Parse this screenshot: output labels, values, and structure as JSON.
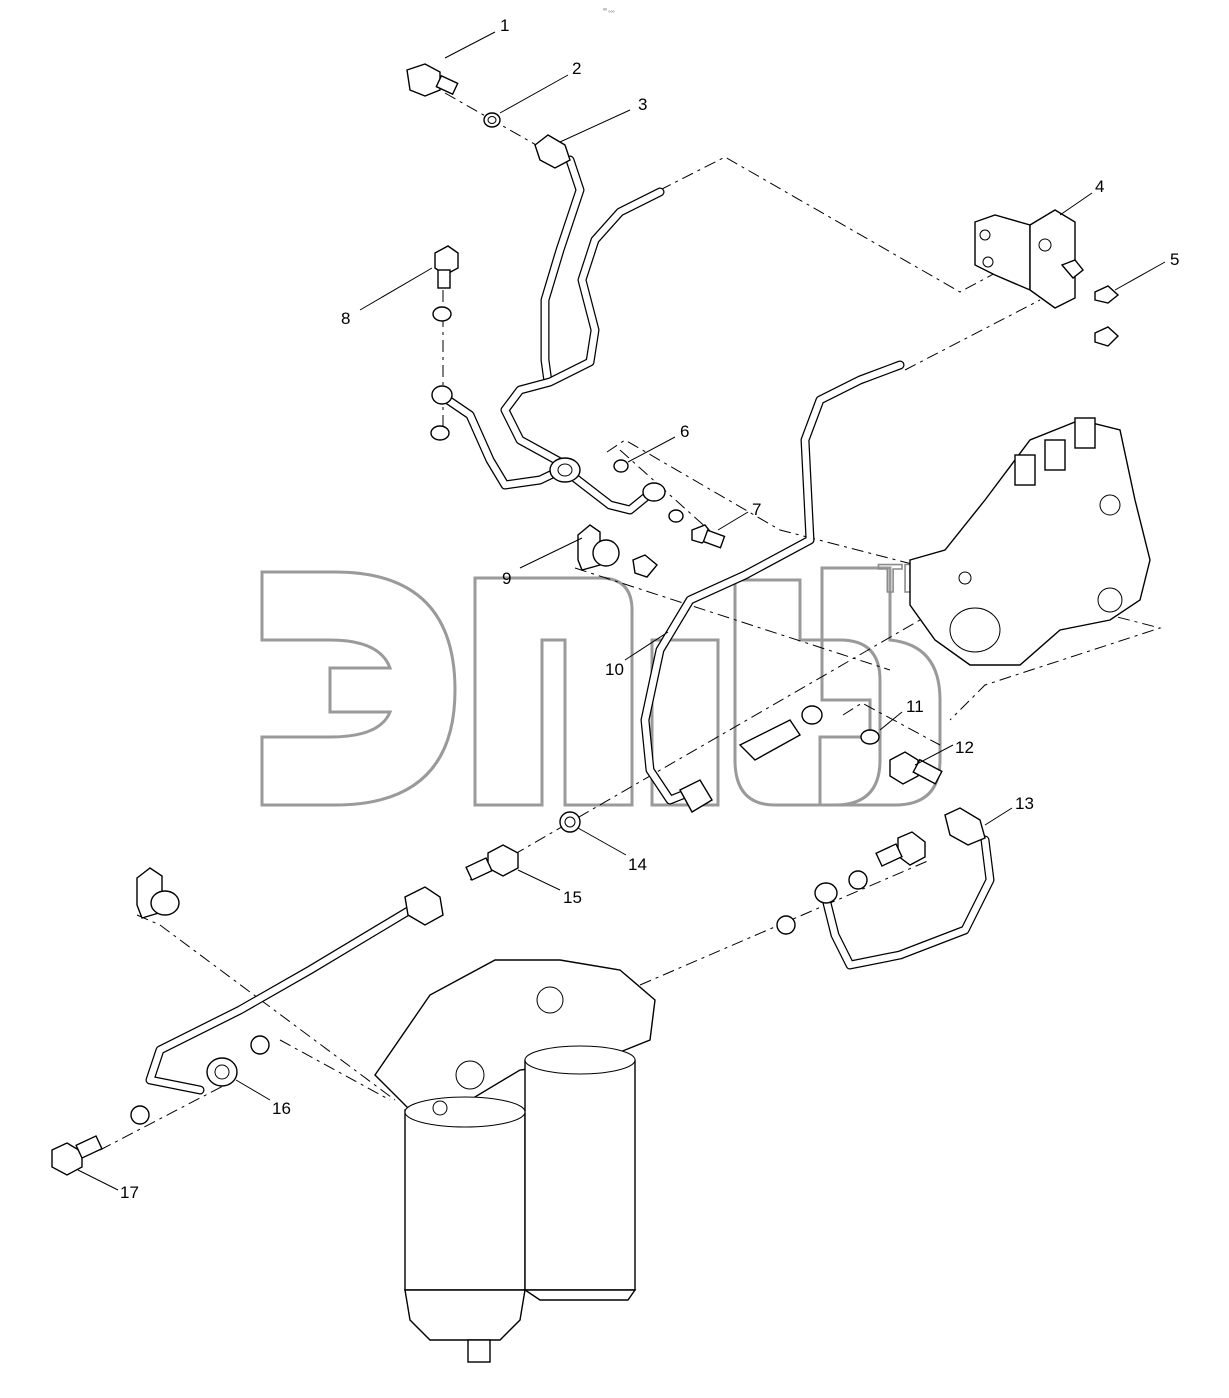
{
  "header": {
    "tiny_code": "⁰⁰ ₀₀₀"
  },
  "callouts": [
    {
      "label": "1"
    },
    {
      "label": "2"
    },
    {
      "label": "3"
    },
    {
      "label": "4"
    },
    {
      "label": "5"
    },
    {
      "label": "6"
    },
    {
      "label": "7"
    },
    {
      "label": "8"
    },
    {
      "label": "9"
    },
    {
      "label": "10"
    },
    {
      "label": "11"
    },
    {
      "label": "12"
    },
    {
      "label": "13"
    },
    {
      "label": "14"
    },
    {
      "label": "15"
    },
    {
      "label": "16"
    },
    {
      "label": "17"
    }
  ],
  "watermark": {
    "trademark": "TM"
  },
  "colors": {
    "line": "#000000",
    "background": "#ffffff",
    "watermark": "#9a9a9a"
  }
}
